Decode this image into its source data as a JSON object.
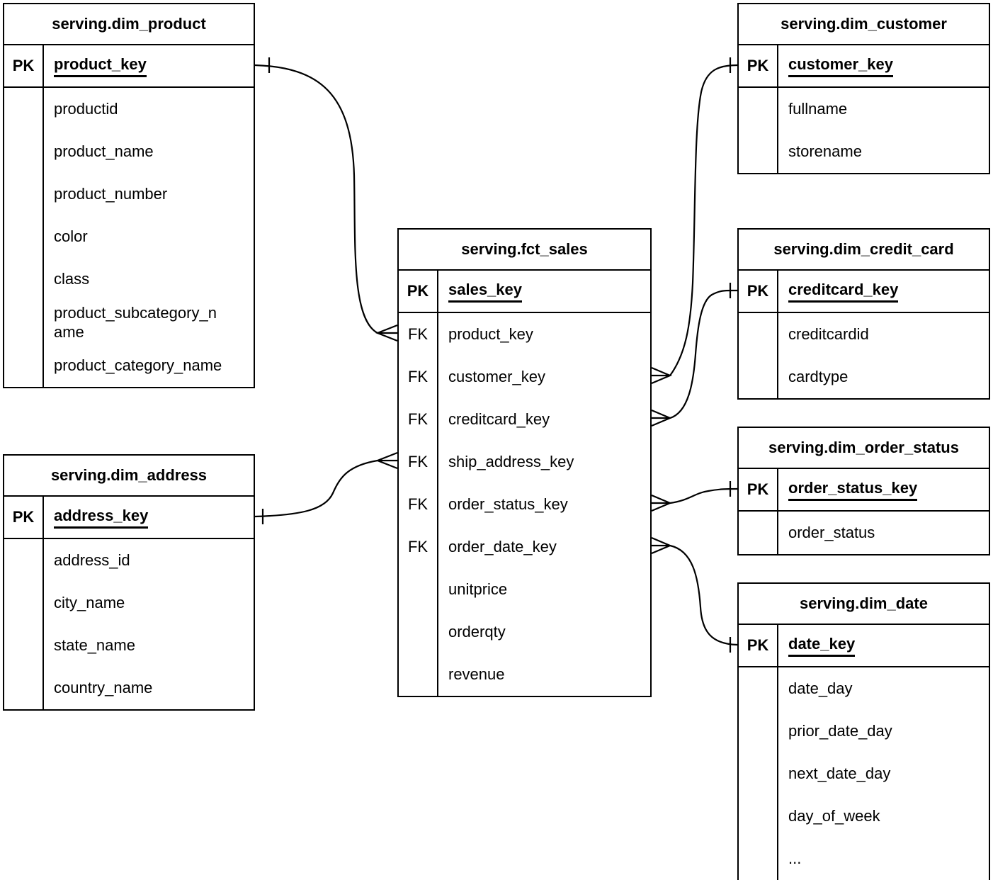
{
  "diagram": {
    "type": "entity-relationship",
    "notation": "crow-foot",
    "background_color": "#ffffff",
    "line_color": "#000000",
    "text_color": "#000000"
  },
  "entities": [
    {
      "id": "dim_product",
      "title": "serving.dim_product",
      "pk_label": "PK",
      "pk": "product_key",
      "fields": [
        {
          "badge": "",
          "name": "productid"
        },
        {
          "badge": "",
          "name": "product_name"
        },
        {
          "badge": "",
          "name": "product_number"
        },
        {
          "badge": "",
          "name": "color"
        },
        {
          "badge": "",
          "name": "class"
        },
        {
          "badge": "",
          "name": "product_subcategory_name"
        },
        {
          "badge": "",
          "name": "product_category_name"
        }
      ]
    },
    {
      "id": "dim_customer",
      "title": "serving.dim_customer",
      "pk_label": "PK",
      "pk": "customer_key",
      "fields": [
        {
          "badge": "",
          "name": "fullname"
        },
        {
          "badge": "",
          "name": "storename"
        }
      ]
    },
    {
      "id": "fct_sales",
      "title": "serving.fct_sales",
      "pk_label": "PK",
      "pk": "sales_key",
      "fields": [
        {
          "badge": "FK",
          "name": "product_key"
        },
        {
          "badge": "FK",
          "name": "customer_key"
        },
        {
          "badge": "FK",
          "name": "creditcard_key"
        },
        {
          "badge": "FK",
          "name": "ship_address_key"
        },
        {
          "badge": "FK",
          "name": "order_status_key"
        },
        {
          "badge": "FK",
          "name": "order_date_key"
        },
        {
          "badge": "",
          "name": "unitprice"
        },
        {
          "badge": "",
          "name": "orderqty"
        },
        {
          "badge": "",
          "name": "revenue"
        }
      ]
    },
    {
      "id": "dim_credit_card",
      "title": "serving.dim_credit_card",
      "pk_label": "PK",
      "pk": "creditcard_key",
      "fields": [
        {
          "badge": "",
          "name": "creditcardid"
        },
        {
          "badge": "",
          "name": "cardtype"
        }
      ]
    },
    {
      "id": "dim_order_status",
      "title": "serving.dim_order_status",
      "pk_label": "PK",
      "pk": "order_status_key",
      "fields": [
        {
          "badge": "",
          "name": "order_status"
        }
      ]
    },
    {
      "id": "dim_date",
      "title": "serving.dim_date",
      "pk_label": "PK",
      "pk": "date_key",
      "fields": [
        {
          "badge": "",
          "name": "date_day"
        },
        {
          "badge": "",
          "name": "prior_date_day"
        },
        {
          "badge": "",
          "name": "next_date_day"
        },
        {
          "badge": "",
          "name": "day_of_week"
        },
        {
          "badge": "",
          "name": "..."
        }
      ]
    },
    {
      "id": "dim_address",
      "title": "serving.dim_address",
      "pk_label": "PK",
      "pk": "address_key",
      "fields": [
        {
          "badge": "",
          "name": "address_id"
        },
        {
          "badge": "",
          "name": "city_name"
        },
        {
          "badge": "",
          "name": "state_name"
        },
        {
          "badge": "",
          "name": "country_name"
        }
      ]
    }
  ],
  "relationships": [
    {
      "many_end": "serving.fct_sales.product_key",
      "one_end": "serving.dim_product.product_key",
      "cardinality": "many-to-one"
    },
    {
      "many_end": "serving.fct_sales.customer_key",
      "one_end": "serving.dim_customer.customer_key",
      "cardinality": "many-to-one"
    },
    {
      "many_end": "serving.fct_sales.creditcard_key",
      "one_end": "serving.dim_credit_card.creditcard_key",
      "cardinality": "many-to-one"
    },
    {
      "many_end": "serving.fct_sales.ship_address_key",
      "one_end": "serving.dim_address.address_key",
      "cardinality": "many-to-one"
    },
    {
      "many_end": "serving.fct_sales.order_status_key",
      "one_end": "serving.dim_order_status.order_status_key",
      "cardinality": "many-to-one"
    },
    {
      "many_end": "serving.fct_sales.order_date_key",
      "one_end": "serving.dim_date.date_key",
      "cardinality": "many-to-one"
    }
  ]
}
